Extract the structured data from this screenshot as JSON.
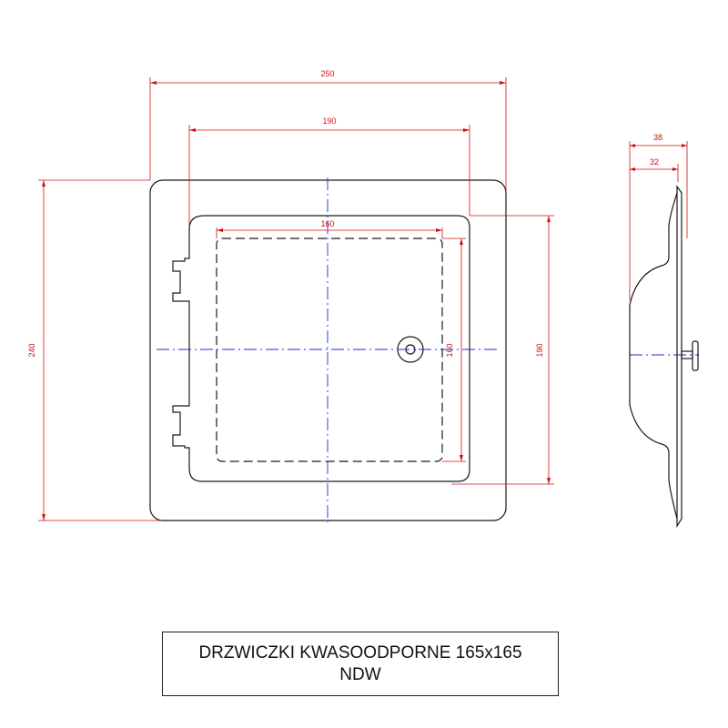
{
  "drawing": {
    "dimensions": {
      "frame_width": "250",
      "opening_width": "190",
      "door_width": "160",
      "frame_height": "240",
      "door_height": "160",
      "opening_height": "190",
      "side_total_depth": "38",
      "side_depth": "32"
    },
    "colors": {
      "outline": "#1a1a1a",
      "dimension": "#d01010",
      "centerline": "#1a2fd0"
    }
  },
  "title_block": {
    "line1": "DRZWICZKI KWASOODPORNE 165x165",
    "line2": "NDW"
  }
}
